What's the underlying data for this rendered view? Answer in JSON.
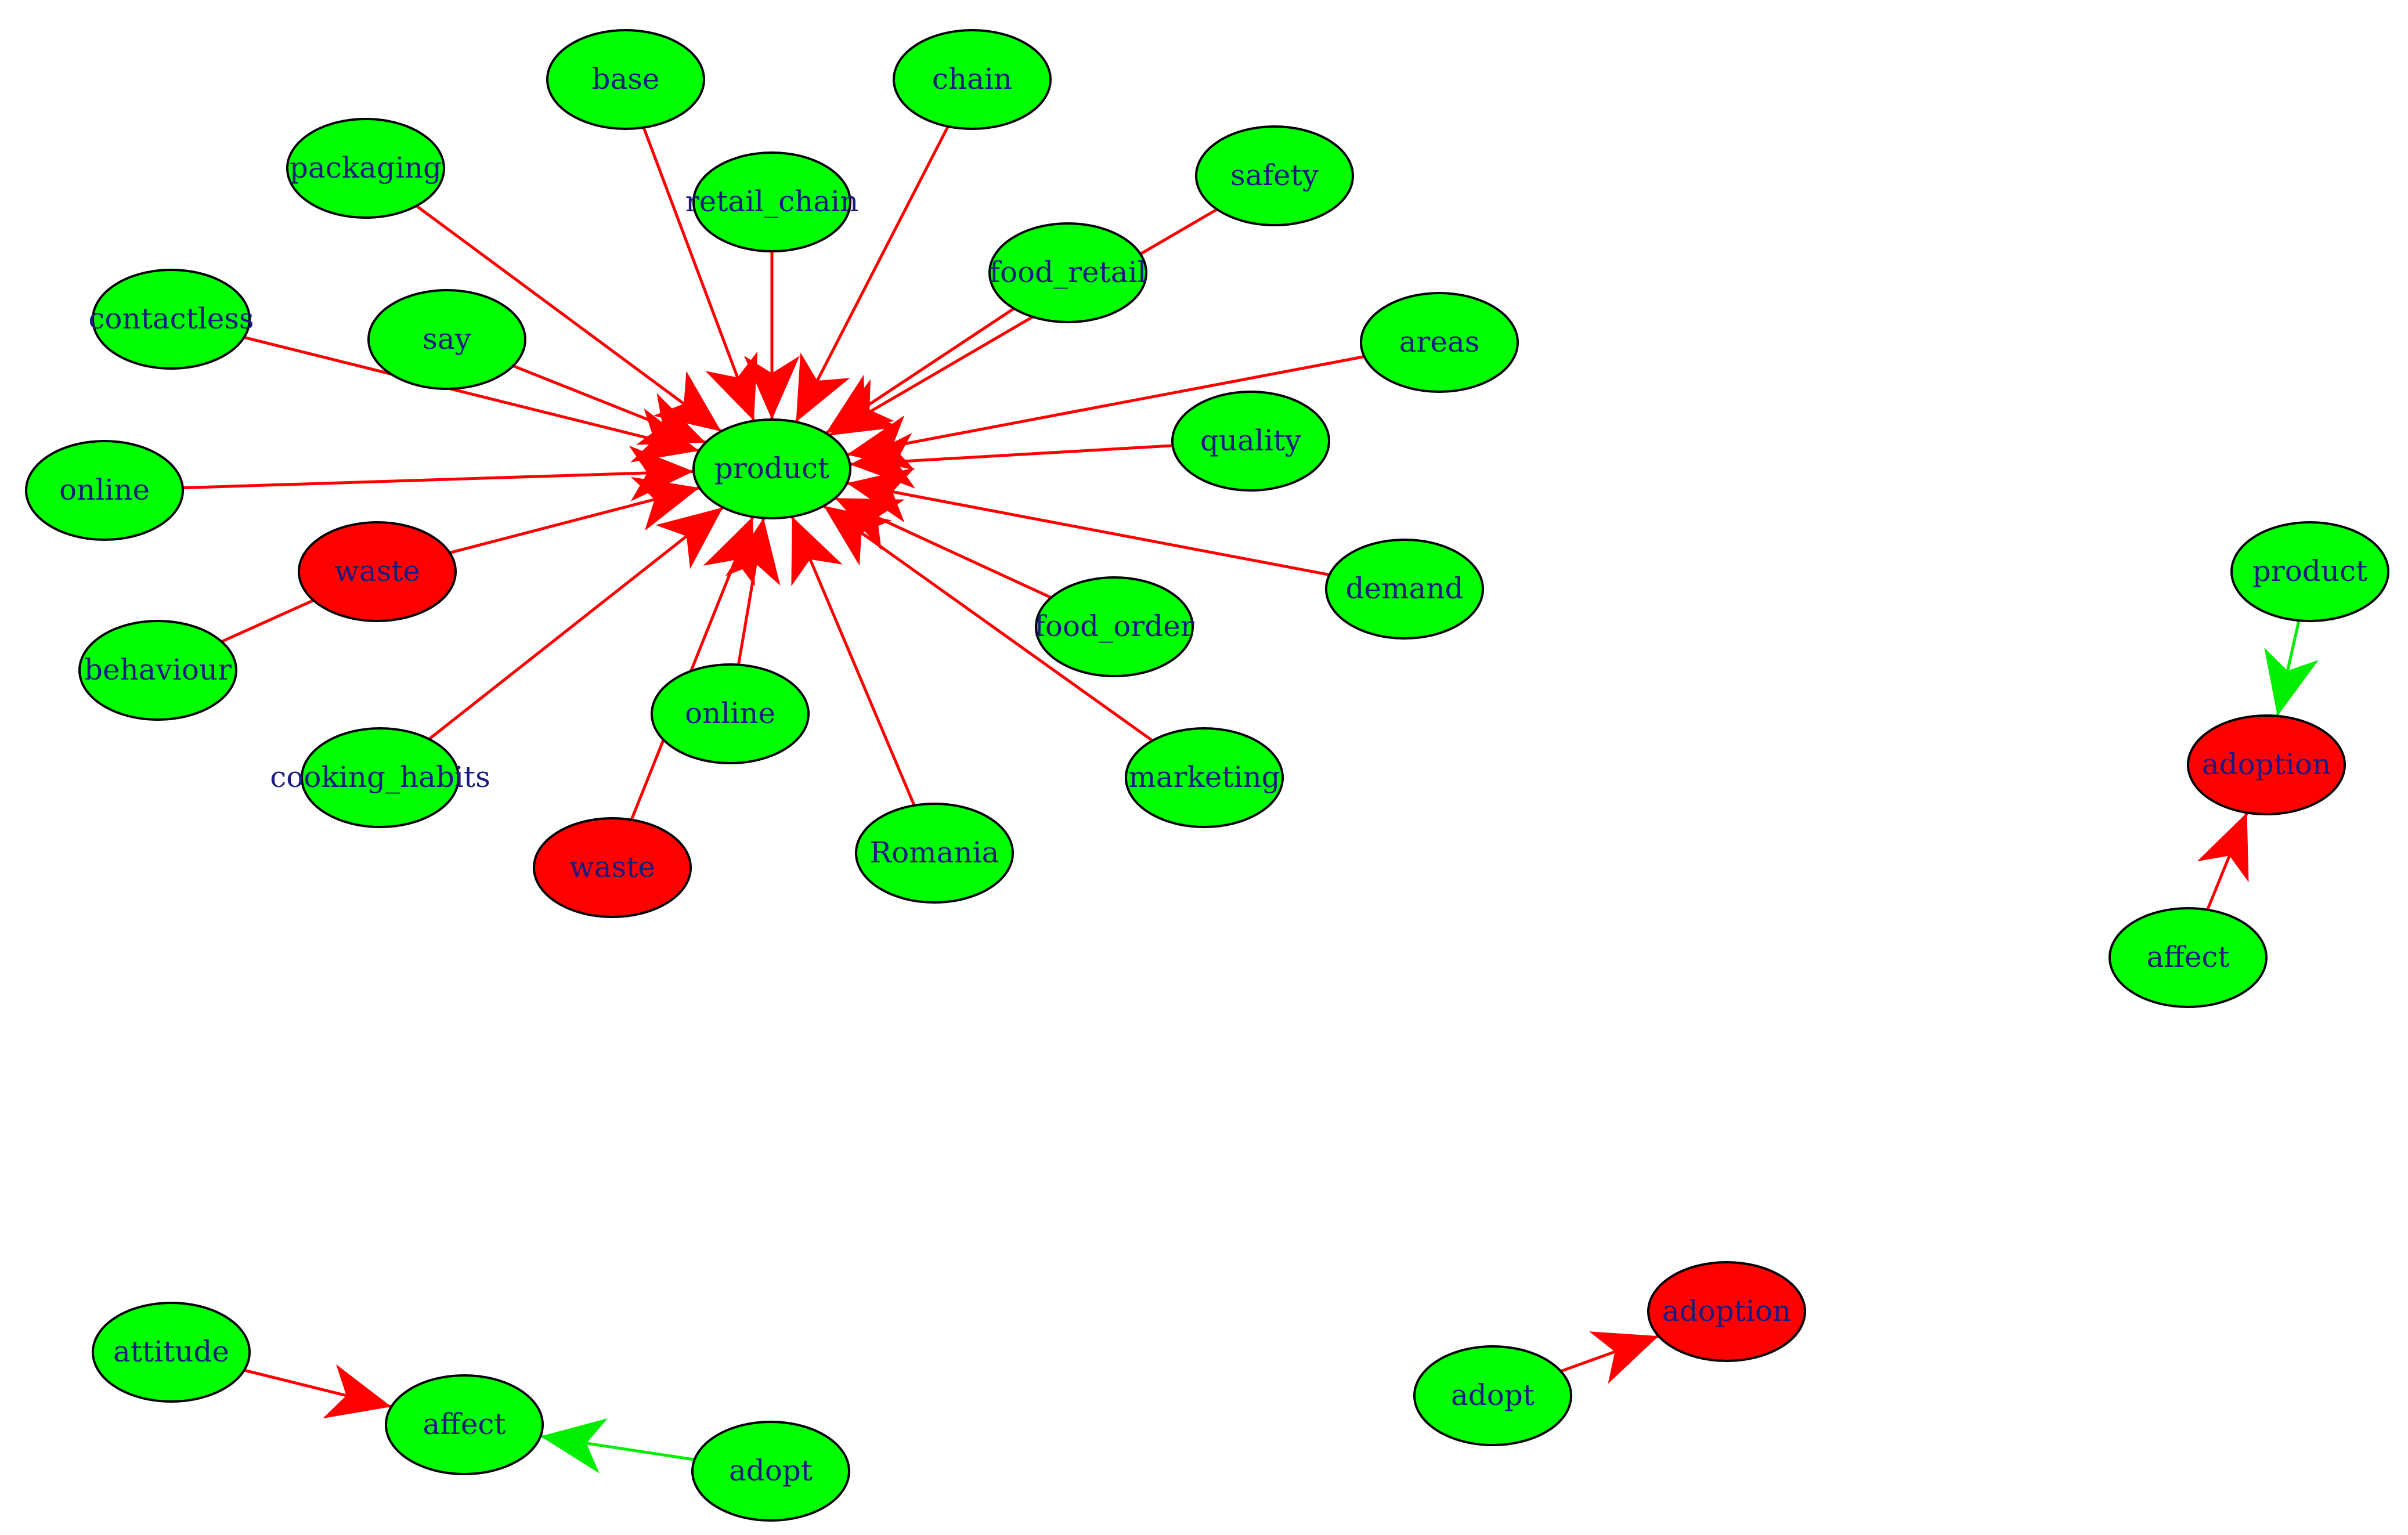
{
  "colors": {
    "background": "#ffffff",
    "node_green": "#00ff00",
    "node_red": "#ff0000",
    "node_outline": "#000000",
    "edge_red": "#ff0000",
    "edge_green": "#00ee00",
    "label": "#1a1a80"
  },
  "graph": {
    "components": [
      {
        "id": "main-cluster",
        "hub": "product",
        "nodes": [
          {
            "id": "n_product",
            "label": "product",
            "color": "green"
          },
          {
            "id": "n_base",
            "label": "base",
            "color": "green"
          },
          {
            "id": "n_chain",
            "label": "chain",
            "color": "green"
          },
          {
            "id": "n_packaging",
            "label": "packaging",
            "color": "green"
          },
          {
            "id": "n_retail_chain",
            "label": "retail_chain",
            "color": "green"
          },
          {
            "id": "n_safety",
            "label": "safety",
            "color": "green"
          },
          {
            "id": "n_food_retail",
            "label": "food_retail",
            "color": "green"
          },
          {
            "id": "n_contactless",
            "label": "contactless",
            "color": "green"
          },
          {
            "id": "n_say",
            "label": "say",
            "color": "green"
          },
          {
            "id": "n_areas",
            "label": "areas",
            "color": "green"
          },
          {
            "id": "n_quality",
            "label": "quality",
            "color": "green"
          },
          {
            "id": "n_online1",
            "label": "online",
            "color": "green"
          },
          {
            "id": "n_waste1",
            "label": "waste",
            "color": "red"
          },
          {
            "id": "n_demand",
            "label": "demand",
            "color": "green"
          },
          {
            "id": "n_behaviour",
            "label": "behaviour",
            "color": "green"
          },
          {
            "id": "n_food_order",
            "label": "food_order",
            "color": "green"
          },
          {
            "id": "n_online2",
            "label": "online",
            "color": "green"
          },
          {
            "id": "n_cooking_habits",
            "label": "cooking_habits",
            "color": "green"
          },
          {
            "id": "n_marketing",
            "label": "marketing",
            "color": "green"
          },
          {
            "id": "n_waste2",
            "label": "waste",
            "color": "red"
          },
          {
            "id": "n_romania",
            "label": "Romania",
            "color": "green"
          }
        ],
        "edges": [
          {
            "from": "n_base",
            "to": "n_product",
            "color": "red"
          },
          {
            "from": "n_chain",
            "to": "n_product",
            "color": "red"
          },
          {
            "from": "n_packaging",
            "to": "n_product",
            "color": "red"
          },
          {
            "from": "n_retail_chain",
            "to": "n_product",
            "color": "red"
          },
          {
            "from": "n_safety",
            "to": "n_product",
            "color": "red"
          },
          {
            "from": "n_food_retail",
            "to": "n_product",
            "color": "red"
          },
          {
            "from": "n_contactless",
            "to": "n_product",
            "color": "red"
          },
          {
            "from": "n_say",
            "to": "n_product",
            "color": "red"
          },
          {
            "from": "n_areas",
            "to": "n_product",
            "color": "red"
          },
          {
            "from": "n_quality",
            "to": "n_product",
            "color": "red"
          },
          {
            "from": "n_online1",
            "to": "n_product",
            "color": "red"
          },
          {
            "from": "n_waste1",
            "to": "n_product",
            "color": "red"
          },
          {
            "from": "n_behaviour",
            "to": "n_waste1",
            "color": "red",
            "arrow": false
          },
          {
            "from": "n_demand",
            "to": "n_product",
            "color": "red"
          },
          {
            "from": "n_food_order",
            "to": "n_product",
            "color": "red"
          },
          {
            "from": "n_cooking_habits",
            "to": "n_product",
            "color": "red"
          },
          {
            "from": "n_online2",
            "to": "n_product",
            "color": "red"
          },
          {
            "from": "n_waste2",
            "to": "n_product",
            "color": "red"
          },
          {
            "from": "n_marketing",
            "to": "n_product",
            "color": "red"
          },
          {
            "from": "n_romania",
            "to": "n_product",
            "color": "red"
          }
        ]
      },
      {
        "id": "adoption-cluster",
        "nodes": [
          {
            "id": "m_product",
            "label": "product",
            "color": "green"
          },
          {
            "id": "m_adoption",
            "label": "adoption",
            "color": "red"
          },
          {
            "id": "m_affect",
            "label": "affect",
            "color": "green"
          }
        ],
        "edges": [
          {
            "from": "m_product",
            "to": "m_adoption",
            "color": "green"
          },
          {
            "from": "m_affect",
            "to": "m_adoption",
            "color": "red"
          }
        ]
      },
      {
        "id": "affect-cluster",
        "nodes": [
          {
            "id": "a_attitude",
            "label": "attitude",
            "color": "green"
          },
          {
            "id": "a_affect",
            "label": "affect",
            "color": "green"
          },
          {
            "id": "a_adopt",
            "label": "adopt",
            "color": "green"
          }
        ],
        "edges": [
          {
            "from": "a_attitude",
            "to": "a_affect",
            "color": "red"
          },
          {
            "from": "a_adopt",
            "to": "a_affect",
            "color": "green"
          }
        ]
      },
      {
        "id": "adopt-cluster",
        "nodes": [
          {
            "id": "d_adopt",
            "label": "adopt",
            "color": "green"
          },
          {
            "id": "d_adoption",
            "label": "adoption",
            "color": "red"
          }
        ],
        "edges": [
          {
            "from": "d_adopt",
            "to": "d_adoption",
            "color": "red"
          }
        ]
      }
    ]
  }
}
